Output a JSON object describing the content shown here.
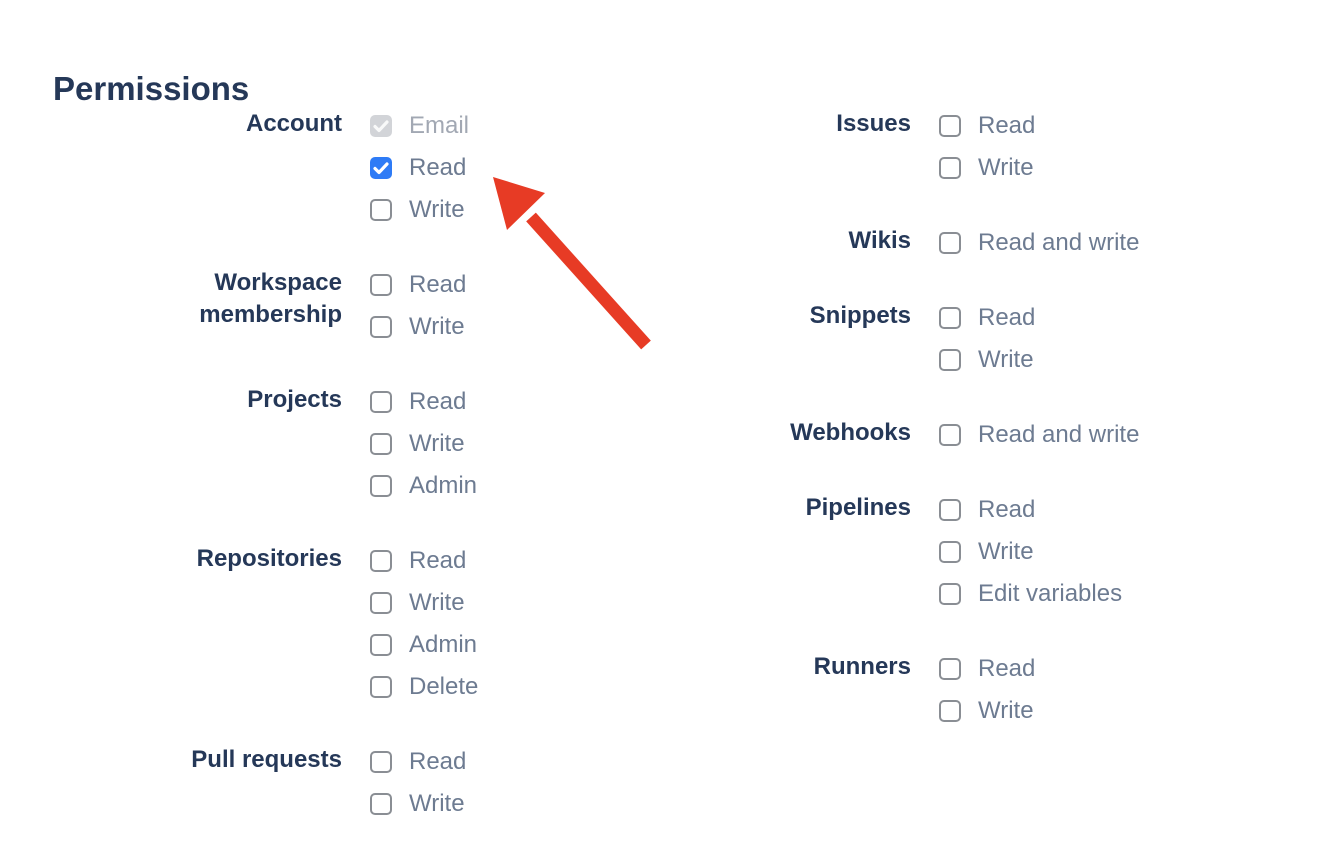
{
  "permissions": {
    "heading": "Permissions",
    "columns": [
      {
        "side": "left",
        "groups": [
          {
            "label": "Account",
            "options": [
              {
                "label": "Email",
                "checked": true,
                "disabled": true
              },
              {
                "label": "Read",
                "checked": true,
                "disabled": false
              },
              {
                "label": "Write",
                "checked": false,
                "disabled": false
              }
            ]
          },
          {
            "label": "Workspace membership",
            "options": [
              {
                "label": "Read",
                "checked": false,
                "disabled": false
              },
              {
                "label": "Write",
                "checked": false,
                "disabled": false
              }
            ]
          },
          {
            "label": "Projects",
            "options": [
              {
                "label": "Read",
                "checked": false,
                "disabled": false
              },
              {
                "label": "Write",
                "checked": false,
                "disabled": false
              },
              {
                "label": "Admin",
                "checked": false,
                "disabled": false
              }
            ]
          },
          {
            "label": "Repositories",
            "options": [
              {
                "label": "Read",
                "checked": false,
                "disabled": false
              },
              {
                "label": "Write",
                "checked": false,
                "disabled": false
              },
              {
                "label": "Admin",
                "checked": false,
                "disabled": false
              },
              {
                "label": "Delete",
                "checked": false,
                "disabled": false
              }
            ]
          },
          {
            "label": "Pull requests",
            "options": [
              {
                "label": "Read",
                "checked": false,
                "disabled": false
              },
              {
                "label": "Write",
                "checked": false,
                "disabled": false
              }
            ]
          }
        ]
      },
      {
        "side": "right",
        "groups": [
          {
            "label": "Issues",
            "options": [
              {
                "label": "Read",
                "checked": false,
                "disabled": false
              },
              {
                "label": "Write",
                "checked": false,
                "disabled": false
              }
            ]
          },
          {
            "label": "Wikis",
            "options": [
              {
                "label": "Read and write",
                "checked": false,
                "disabled": false
              }
            ]
          },
          {
            "label": "Snippets",
            "options": [
              {
                "label": "Read",
                "checked": false,
                "disabled": false
              },
              {
                "label": "Write",
                "checked": false,
                "disabled": false
              }
            ]
          },
          {
            "label": "Webhooks",
            "options": [
              {
                "label": "Read and write",
                "checked": false,
                "disabled": false
              }
            ]
          },
          {
            "label": "Pipelines",
            "options": [
              {
                "label": "Read",
                "checked": false,
                "disabled": false
              },
              {
                "label": "Write",
                "checked": false,
                "disabled": false
              },
              {
                "label": "Edit variables",
                "checked": false,
                "disabled": false
              }
            ]
          },
          {
            "label": "Runners",
            "options": [
              {
                "label": "Read",
                "checked": false,
                "disabled": false
              },
              {
                "label": "Write",
                "checked": false,
                "disabled": false
              }
            ]
          }
        ]
      }
    ]
  },
  "annotation": {
    "type": "arrow",
    "points_at": "account-read-checkbox",
    "color": "#E73B25"
  },
  "colors": {
    "heading_text": "#253858",
    "group_label_text": "#253858",
    "option_label_text": "#6D7B91",
    "disabled_label_text": "#A2A8B3",
    "checkbox_checked_fill": "#2E7BF6",
    "checkbox_disabled_fill": "#D2D4D8",
    "checkbox_border": "#8A8E94",
    "checkmark": "#FFFFFF"
  }
}
